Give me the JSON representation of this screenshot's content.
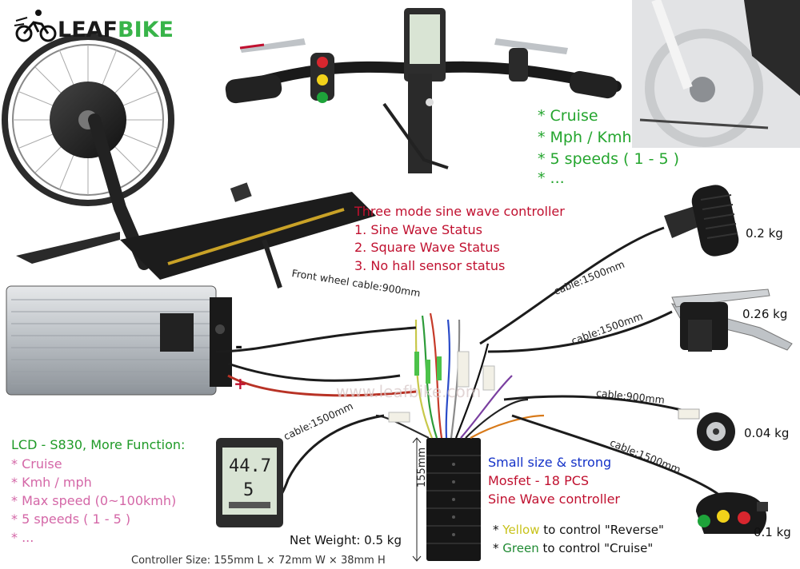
{
  "brand": {
    "part1": "LEAF",
    "part2": "BIKE"
  },
  "handlebar_features": [
    "* Cruise",
    "* Mph / Kmh",
    "* 5 speeds ( 1 - 5 )",
    "* ..."
  ],
  "controller_modes": {
    "title": "Three mode sine wave controller",
    "items": [
      "1. Sine Wave Status",
      "2. Square Wave Status",
      "3. No hall sensor status"
    ]
  },
  "weights": {
    "throttle": "0.2 kg",
    "brake_lever": "0.26 kg",
    "pas_sensor": "0.04 kg",
    "switch": "0.1 kg",
    "controller": "Net Weight: 0.5 kg"
  },
  "cables": {
    "front_wheel": "Front wheel cable:900mm",
    "throttle": "cable:1500mm",
    "brake": "cable:1500mm",
    "pas": "cable:900mm",
    "switch": "cable:1500mm",
    "lcd": "cable:1500mm"
  },
  "battery": {
    "minus": "-",
    "plus": "+"
  },
  "lcd": {
    "title": "LCD - S830, More Function:",
    "items": [
      "* Cruise",
      "* Kmh / mph",
      "* Max speed (0~100kmh)",
      "* 5 speeds ( 1 - 5 )",
      "* ..."
    ]
  },
  "controller": {
    "line1": "Small size & strong",
    "line2": "Mosfet - 18 PCS",
    "line3": "Sine Wave controller",
    "height_label": "155mm",
    "size": "Controller Size: 155mm L × 72mm W × 38mm H"
  },
  "switch_notes": {
    "yellow_prefix": "* ",
    "yellow_word": "Yellow",
    "yellow_rest": " to control \"Reverse\"",
    "green_prefix": "* ",
    "green_word": "Green",
    "green_rest": " to control \"Cruise\""
  },
  "watermark": "www.leafbike.com",
  "colors": {
    "brand_green": "#38b449",
    "feature_green": "#24a52e",
    "mode_red": "#c0102f",
    "lcd_pink": "#d467a7",
    "controller_blue": "#1432c8"
  }
}
